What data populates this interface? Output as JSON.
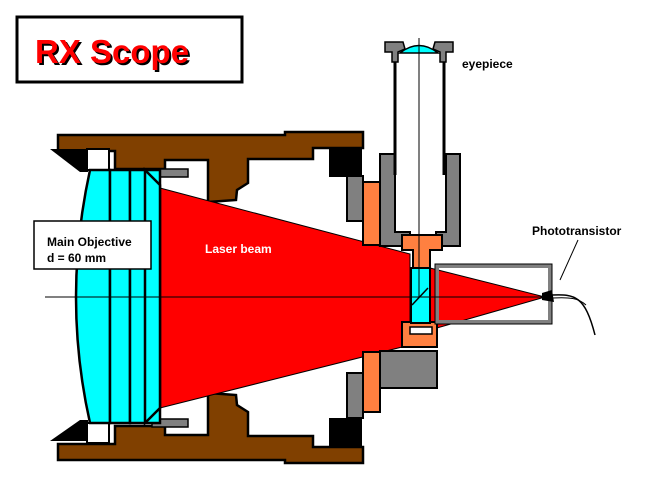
{
  "title": "RX Scope",
  "labels": {
    "eyepiece": "eyepiece",
    "phototransistor": "Phototransistor",
    "laser_beam": "Laser beam",
    "objective_line1": "Main Objective",
    "objective_line2": "d = 60 mm"
  },
  "colors": {
    "title_red": "#ff0000",
    "title_shadow": "#000000",
    "housing_brown": "#804000",
    "lens_cyan": "#00ffff",
    "beam_red": "#ff0000",
    "ring_gray": "#808080",
    "flange_orange": "#ff8040",
    "outline": "#000000"
  }
}
